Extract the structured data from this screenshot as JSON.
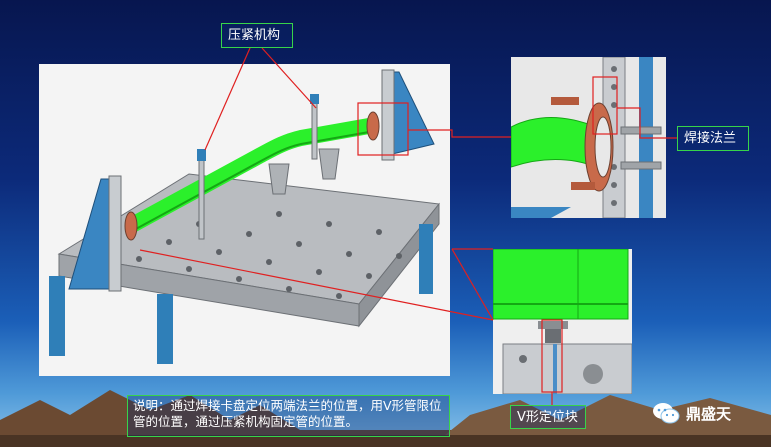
{
  "labels": {
    "clamp_mechanism": "压紧机构",
    "weld_flange": "焊接法兰",
    "v_block": "V形定位块",
    "description": "说明：通过焊接卡盘定位两端法兰的位置，用V形管限位管的位置，通过压紧机构固定管的位置。"
  },
  "brand": {
    "name": "鼎盛天",
    "icon": "wechat-icon"
  },
  "colors": {
    "background_top": "#07164f",
    "label_border": "#37d44a",
    "pipe_green": "#2bf02b",
    "pointer_red": "#e02020"
  }
}
